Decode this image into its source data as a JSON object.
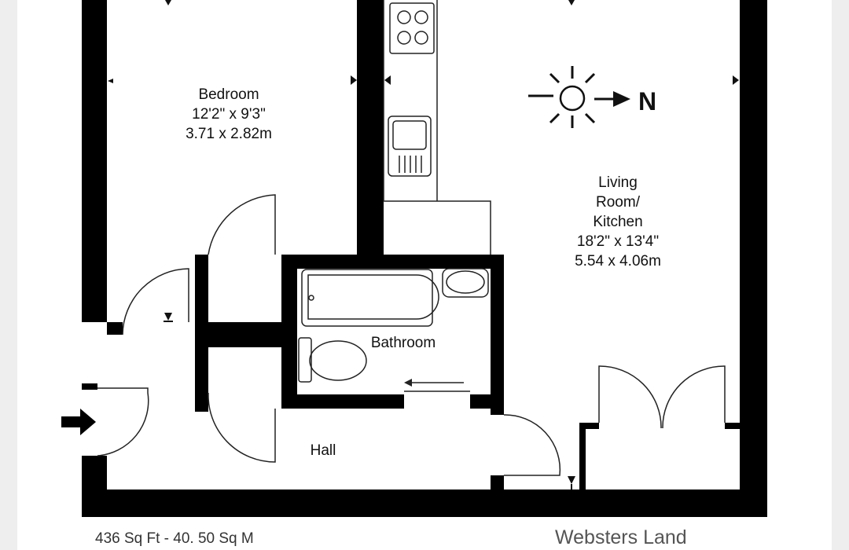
{
  "rooms": {
    "bedroom": {
      "name": "Bedroom",
      "size_imperial": "12'2\" x 9'3\"",
      "size_metric": "3.71 x 2.82m"
    },
    "living": {
      "name_line1": "Living",
      "name_line2": "Room/",
      "name_line3": "Kitchen",
      "size_imperial": "18'2\" x 13'4\"",
      "size_metric": "5.54 x 4.06m"
    },
    "bathroom": {
      "name": "Bathroom"
    },
    "hall": {
      "name": "Hall"
    }
  },
  "compass": {
    "direction_label": "N"
  },
  "footer": {
    "area": "436 Sq Ft  -  40. 50 Sq M",
    "agent": "Websters Land"
  },
  "colors": {
    "wall": "#000000",
    "line": "#222222",
    "page": "#ffffff",
    "margin": "#eeeeee"
  }
}
